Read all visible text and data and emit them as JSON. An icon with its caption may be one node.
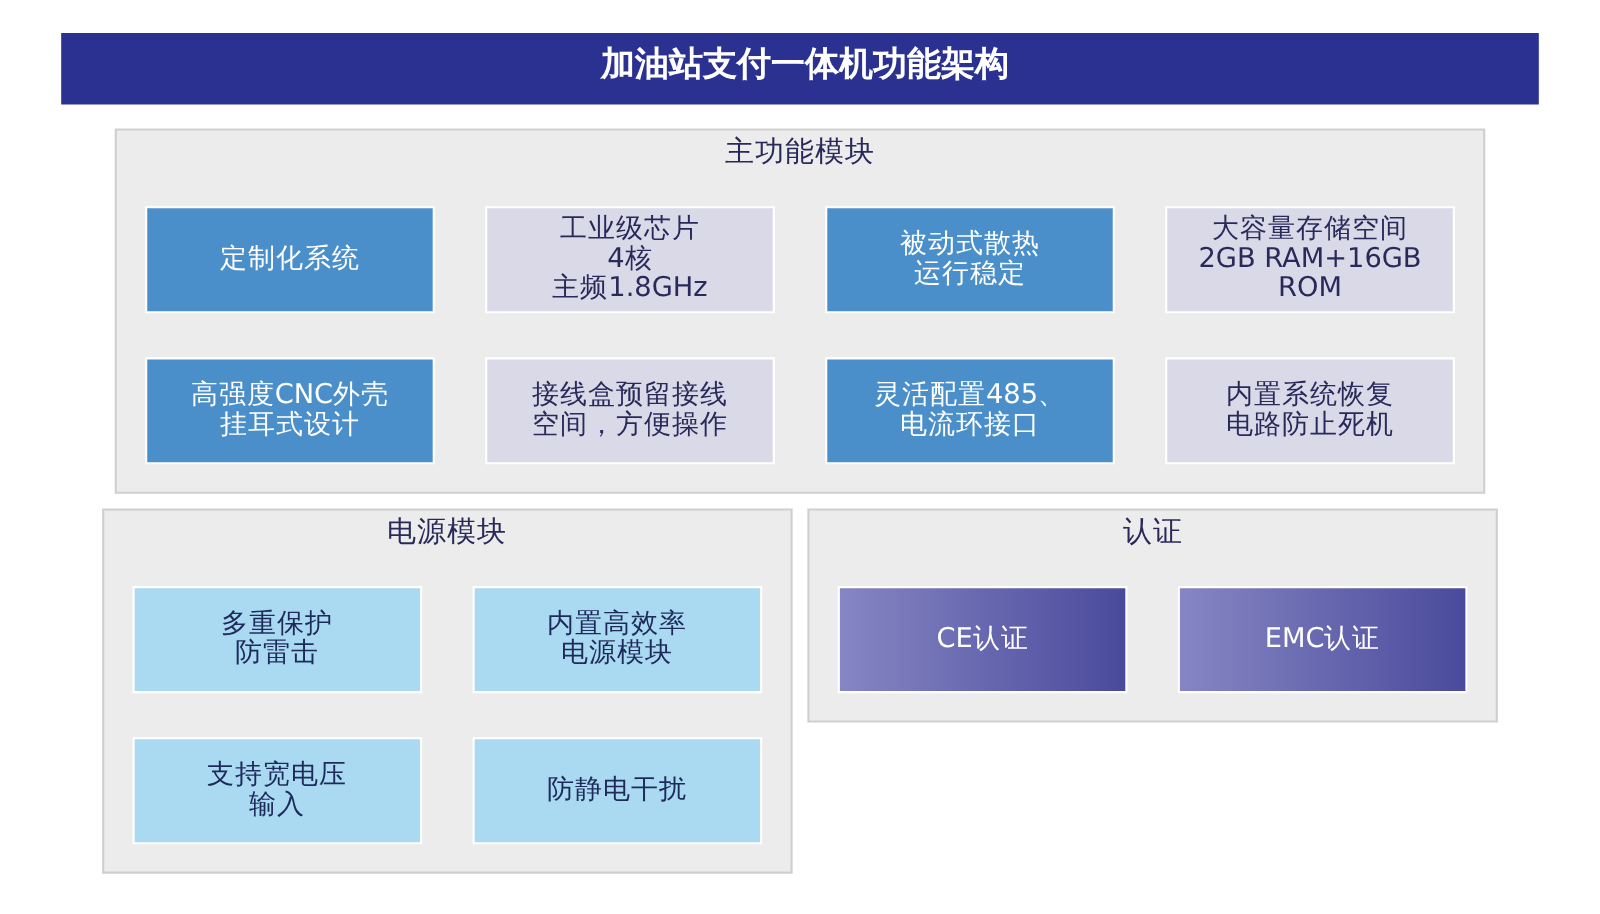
{
  "diagram": {
    "title": "加油站支付一体机功能架构",
    "nodes": [
      {
        "text": [
          "主功能模块"
        ]
      },
      {
        "text": [
          "定制化系统"
        ],
        "in": 0
      },
      {
        "text": [
          "工业级芯片",
          "4核",
          "主频1.8GHz"
        ],
        "in": 0
      },
      {
        "text": [
          "被动式散热",
          "运行稳定"
        ],
        "in": 0
      },
      {
        "text": [
          "大容量存储空间",
          "2GB RAM+16GB",
          "ROM"
        ],
        "in": 0
      },
      {
        "text": [
          "高强度CNC外壳",
          "挂耳式设计"
        ],
        "in": 0
      },
      {
        "text": [
          "接线盒预留接线",
          "空间，方便操作"
        ],
        "in": 0
      },
      {
        "text": [
          "灵活配置485、",
          "电流环接口"
        ],
        "in": 0
      },
      {
        "text": [
          "内置系统恢复",
          "电路防止死机"
        ],
        "in": 0
      },
      {
        "text": [
          "电源模块"
        ]
      },
      {
        "text": [
          "多重保护",
          "防雷击"
        ],
        "in": 9
      },
      {
        "text": [
          "内置高效率",
          "电源模块"
        ],
        "in": 9
      },
      {
        "text": [
          "支持宽电压",
          "输入"
        ],
        "in": 9
      },
      {
        "text": [
          "防静电干扰"
        ],
        "in": 9
      },
      {
        "text": [
          "认证"
        ]
      },
      {
        "text": [
          "CE认证"
        ],
        "in": 14
      },
      {
        "text": [
          "EMC认证"
        ],
        "in": 14
      }
    ],
    "edges": []
  }
}
